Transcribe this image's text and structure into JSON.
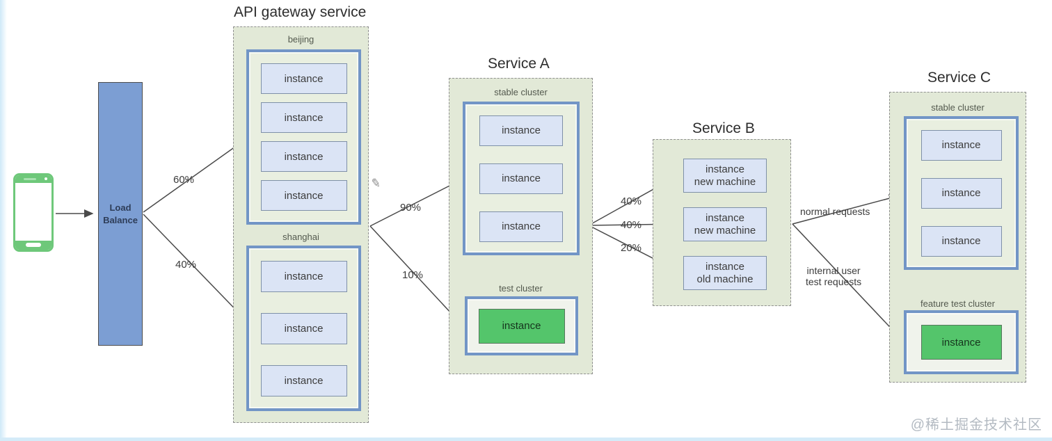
{
  "page": {
    "watermark": "@稀土掘金技术社区"
  },
  "load_balancer": {
    "label": "Load\nBalance"
  },
  "services": [
    {
      "title": "API gateway service",
      "clusters": [
        {
          "label": "beijing",
          "instances": [
            "instance",
            "instance",
            "instance",
            "instance"
          ]
        },
        {
          "label": "shanghai",
          "instances": [
            "instance",
            "instance",
            "instance"
          ]
        }
      ]
    },
    {
      "title": "Service A",
      "clusters": [
        {
          "label": "stable cluster",
          "instances": [
            "instance",
            "instance",
            "instance"
          ]
        },
        {
          "label": "test cluster",
          "instances": [
            "instance"
          ]
        }
      ]
    },
    {
      "title": "Service B",
      "instances": [
        "instance\nnew machine",
        "instance\nnew machine",
        "instance\nold machine"
      ]
    },
    {
      "title": "Service C",
      "clusters": [
        {
          "label": "stable cluster",
          "instances": [
            "instance",
            "instance",
            "instance"
          ]
        },
        {
          "label": "feature test cluster",
          "instances": [
            "instance"
          ]
        }
      ]
    }
  ],
  "edges": {
    "lb_to_beijing": "60%",
    "lb_to_shanghai": "40%",
    "gateway_to_stable": "90%",
    "gateway_to_test": "10%",
    "a_to_new_machine_1": "40%",
    "a_to_new_machine_2": "40%",
    "a_to_old_machine": "20%",
    "b_to_c_stable": "normal requests",
    "b_to_c_test": "internal user\ntest requests"
  },
  "icons": {
    "pencil_cursor": "✎"
  },
  "colors": {
    "cluster_border": "#7295c6",
    "service_fill": "#e2e9d7",
    "instance_fill": "#dbe4f5",
    "green_instance": "#54c56b",
    "load_balancer_fill": "#7c9ed3",
    "phone_green": "#6ec87a"
  }
}
